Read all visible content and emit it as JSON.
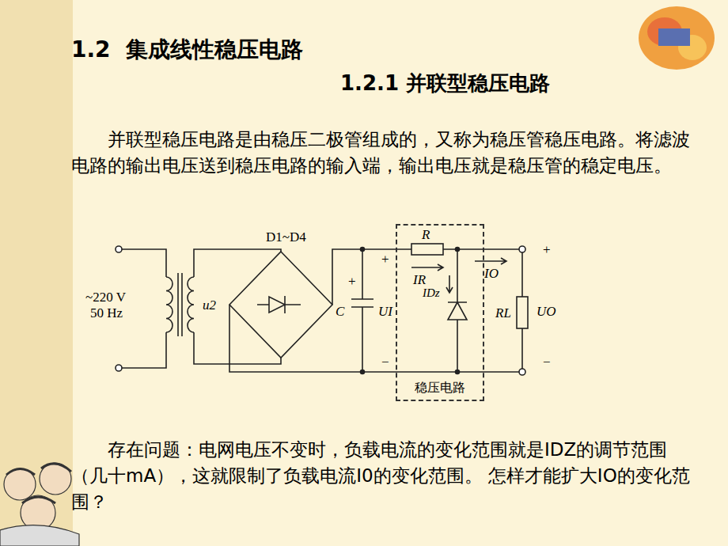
{
  "diagram": {
    "title": "1.2  集成线性稳压电路",
    "nodes": [
      {
        "text": [
          "稳压电路"
        ]
      }
    ],
    "labels": [
      "1.2.1 并联型稳压电路",
      "并联型稳压电路是由稳压二极管组成的，又称为稳压管稳压电路。将滤波电路的输出电压送到稳压电路的输入端，输出电压就是稳压管的稳定电压。",
      "~220 V",
      "50 Hz",
      "u2",
      "D1~D4",
      "C",
      "+",
      "+",
      "UI",
      "−",
      "R",
      "IR",
      "IDz",
      "IO",
      "+",
      "RL",
      "UO",
      "−",
      "存在问题：电网电压不变时，负载电流的变化范围就是IDZ的调节范围（几十mA），这就限制了负载电流I0的变化范围。 怎样才能扩大IO的变化范围？"
    ]
  }
}
